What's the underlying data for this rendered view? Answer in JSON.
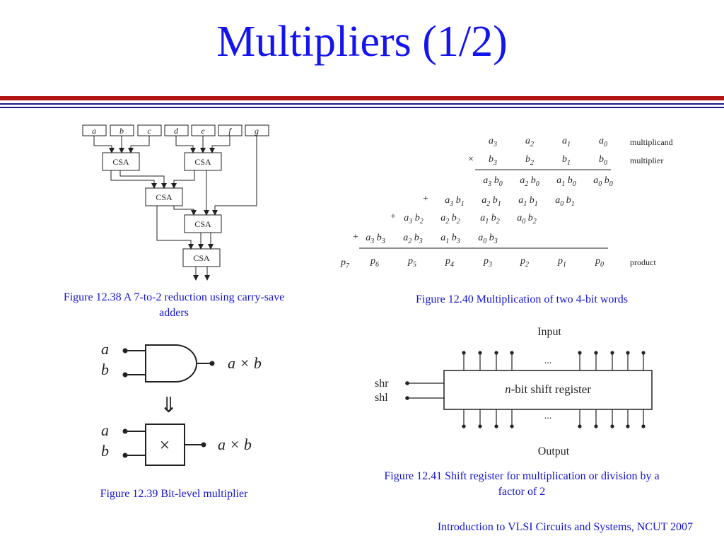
{
  "slide": {
    "title": "Multipliers (1/2)",
    "footer": "Introduction to VLSI Circuits and Systems, NCUT  2007"
  },
  "fig38": {
    "caption": "Figure 12.38 A 7-to-2 reduction using carry-save adders",
    "inputs": [
      "a",
      "b",
      "c",
      "d",
      "e",
      "f",
      "g"
    ],
    "block_label": "CSA"
  },
  "fig40": {
    "caption": "Figure 12.40 Multiplication of two 4-bit words",
    "multiplicand_label": "multiplicand",
    "multiplier_label": "multiplier",
    "product_label": "product"
  },
  "fig39": {
    "caption": "Figure 12.39 Bit-level multiplier",
    "input_a": "a",
    "input_b": "b",
    "output": "a × b",
    "times_symbol": "×",
    "arrow": "⇓"
  },
  "fig41": {
    "caption": "Figure 12.41 Shift register for multiplication or division by a factor of 2",
    "input_label": "Input",
    "output_label": "Output",
    "shr": "shr",
    "shl": "shl",
    "register_label": "n-bit shift register",
    "ellipsis": "..."
  }
}
